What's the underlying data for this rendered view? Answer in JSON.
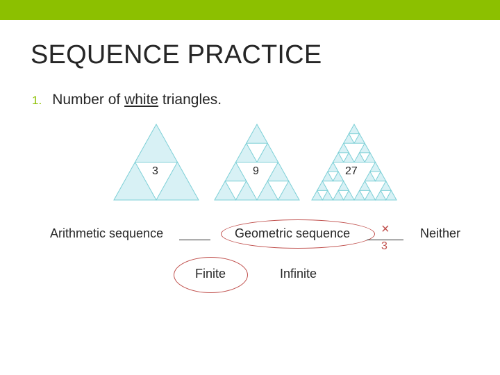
{
  "slide": {
    "title": "SEQUENCE PRACTICE",
    "question": {
      "number": "1.",
      "text_before": "Number of ",
      "underlined": "white",
      "text_after": " triangles."
    },
    "triangles": [
      {
        "label": "3",
        "level": 1
      },
      {
        "label": "9",
        "level": 2
      },
      {
        "label": "27",
        "level": 3
      }
    ],
    "options": {
      "arithmetic": "Arithmetic sequence",
      "geometric": "Geometric sequence",
      "neither": "Neither",
      "finite": "Finite",
      "infinite": "Infinite"
    },
    "annotations": {
      "x_mark": "×",
      "ratio": "3"
    },
    "colors": {
      "accent_bar": "#8cc000",
      "triangle_fill": "#d8f1f5",
      "triangle_stroke": "#7ccfd6",
      "circle": "#c0504d"
    }
  }
}
